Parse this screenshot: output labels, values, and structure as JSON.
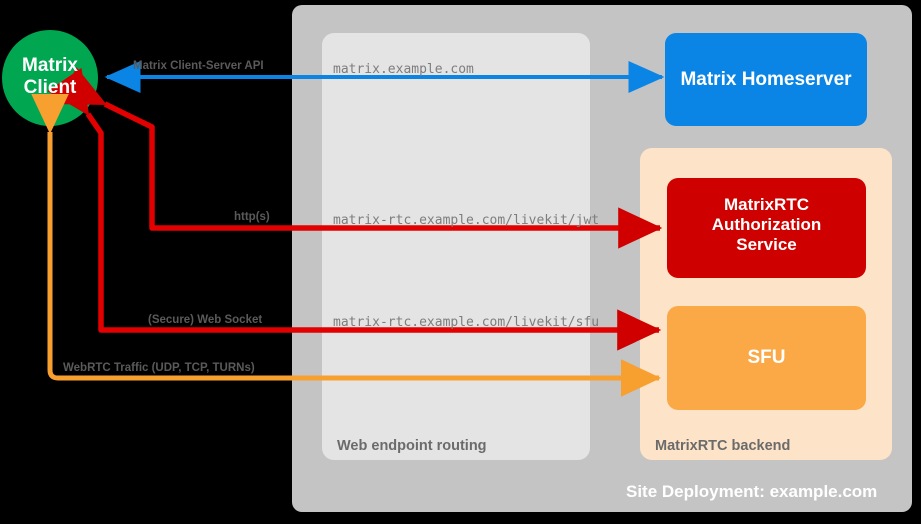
{
  "diagram": {
    "site_caption": "Site Deployment: example.com",
    "zones": [
      {
        "id": "web-endpoint-routing",
        "caption": "Web endpoint routing",
        "color": "#e4e4e4"
      },
      {
        "id": "matrixrtc-backend",
        "caption": "MatrixRTC backend",
        "color": "#fde3c8"
      }
    ],
    "nodes": [
      {
        "id": "matrix-client",
        "label": "Matrix\nClient",
        "line1": "Matrix",
        "line2": "Client",
        "color": "#00a650",
        "shape": "circle"
      },
      {
        "id": "matrix-homeserver",
        "label": "Matrix Homeserver",
        "color": "#0a85e6",
        "shape": "rounded-rect"
      },
      {
        "id": "matrixrtc-authorization-service",
        "label": "MatrixRTC\nAuthorization\nService",
        "line1": "MatrixRTC",
        "line2": "Authorization",
        "line3": "Service",
        "color": "#ce0000",
        "shape": "rounded-rect"
      },
      {
        "id": "sfu",
        "label": "SFU",
        "color": "#fba847",
        "shape": "rounded-rect"
      }
    ],
    "edges": [
      {
        "id": "matrix-client-server-api",
        "label": "Matrix Client-Server API",
        "endpoint": "matrix.example.com",
        "color": "#0a85e6",
        "direction": "bidirectional"
      },
      {
        "id": "https-jwt",
        "label": "http(s)",
        "endpoint": "matrix-rtc.example.com/livekit/jwt",
        "color": "#e30000",
        "direction": "bidirectional"
      },
      {
        "id": "secure-web-socket",
        "label": "(Secure) Web Socket",
        "endpoint": "matrix-rtc.example.com/livekit/sfu",
        "color": "#e30000",
        "direction": "bidirectional"
      },
      {
        "id": "webrtc-traffic",
        "label": "WebRTC Traffic (UDP, TCP, TURNs)",
        "endpoint": "",
        "color": "#f7a030",
        "direction": "bidirectional"
      }
    ],
    "colors": {
      "background": "#000000",
      "site_container": "#c4c4c4",
      "routing_zone": "#e4e4e4",
      "backend_zone": "#fde3c8",
      "green": "#00a650",
      "blue": "#0a85e6",
      "red": "#ce0000",
      "red_arrow": "#e30000",
      "orange": "#fba847",
      "orange_arrow": "#f7a030"
    }
  }
}
